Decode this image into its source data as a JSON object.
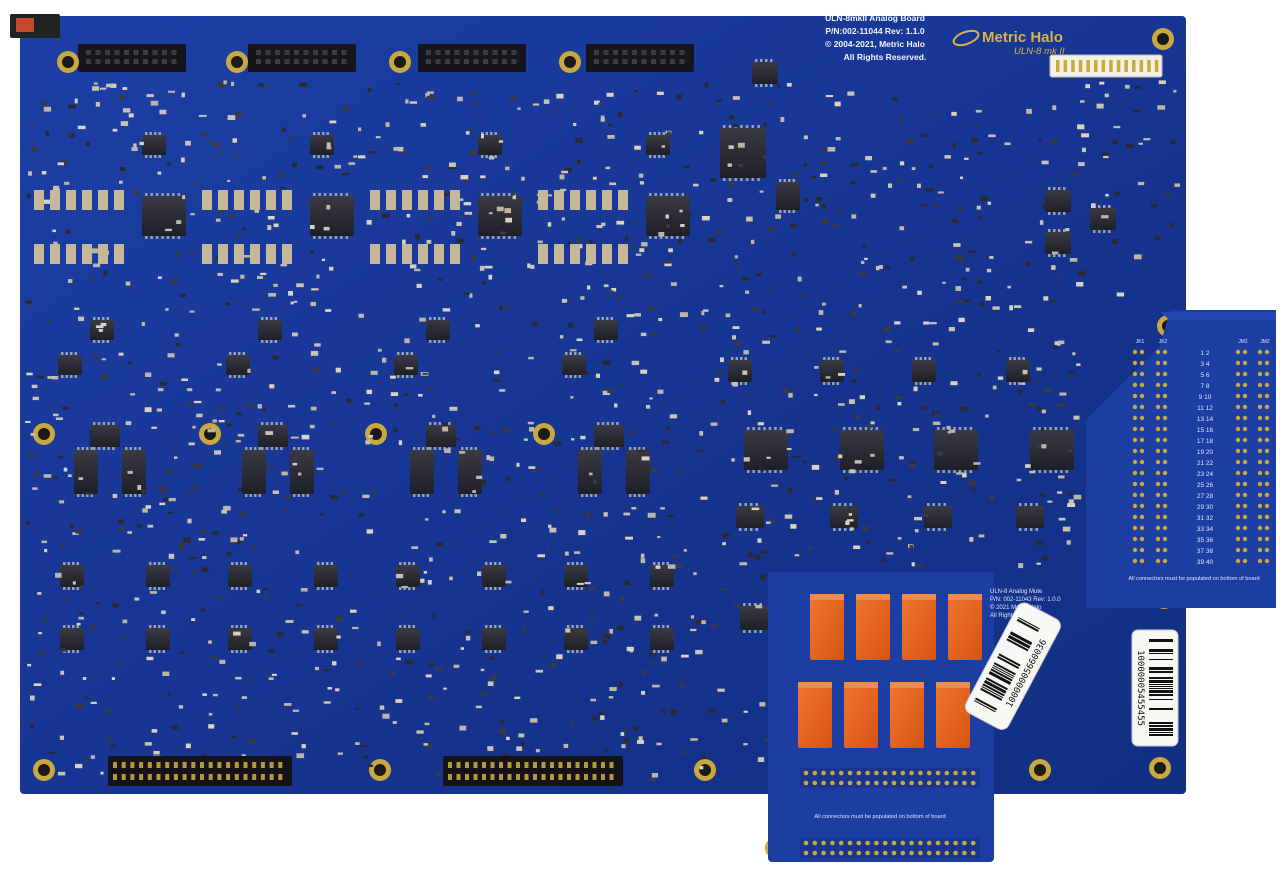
{
  "main_board": {
    "title": "ULN-8mkII Analog Board",
    "part_number": "P/N:002-11044  Rev: 1.1.0",
    "copyright": "© 2004-2021, Metric Halo",
    "rights": "All Rights Reserved.",
    "logo_brand": "Metric Halo",
    "logo_model": "ULN-8 mk II"
  },
  "mute_board": {
    "title": "ULN-8 Analog Mute",
    "part_number": "P/N: 002-11043  Rev: 1.0.0",
    "copyright": "© 2021 Metric Halo",
    "rights": "All Rights Reserved.",
    "footer_note": "All connectors must be populated on bottom of board"
  },
  "side_board": {
    "footer_note": "All connectors must be populated on bottom of board",
    "pin_numbers": [
      "1 2",
      "3 4",
      "5 6",
      "7 8",
      "9 10",
      "11 12",
      "13 14",
      "15 16",
      "17 18",
      "19 20",
      "21 22",
      "23 24",
      "25 26",
      "27 28",
      "29 30",
      "31 32",
      "33 34",
      "35 36",
      "37 38",
      "39 40"
    ],
    "header_labels": [
      "JK1",
      "JK2",
      "JM1",
      "JM2"
    ]
  },
  "barcodes": {
    "tilted": "10000005660036",
    "vertical": "10000005455455"
  },
  "colors": {
    "pcb": "#1b3a9a",
    "pcb_dark": "#132c78",
    "silkscreen": "#dfe6ff",
    "chip": "#2a2a33",
    "relay": "#e8641e",
    "gold": "#d9b24a"
  }
}
